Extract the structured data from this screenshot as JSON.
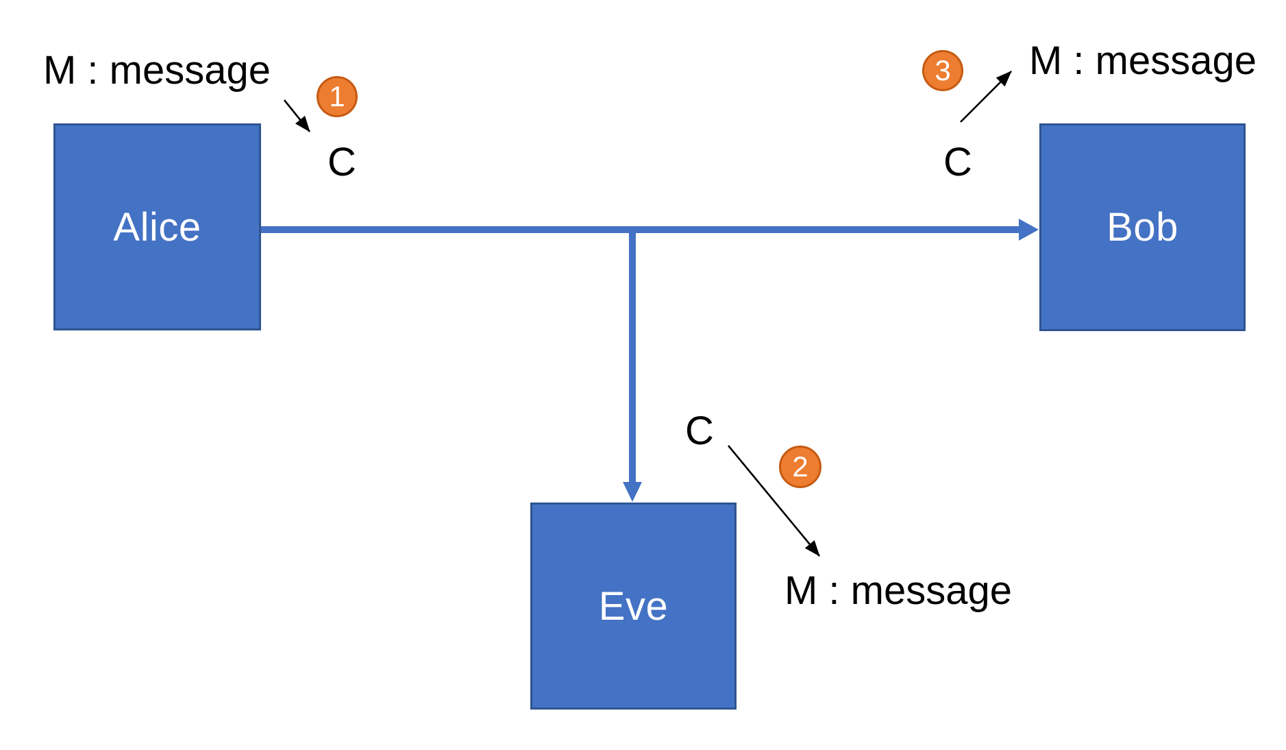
{
  "nodes": {
    "alice": {
      "label": "Alice"
    },
    "bob": {
      "label": "Bob"
    },
    "eve": {
      "label": "Eve"
    }
  },
  "labels": {
    "message": "M : message",
    "ciphertext": "C"
  },
  "steps": {
    "one": "1",
    "two": "2",
    "three": "3"
  },
  "colors": {
    "node_fill": "#4472C4",
    "node_border": "#2F5491",
    "connector": "#4472C4",
    "badge_fill": "#ED7D31",
    "badge_border": "#C55A11",
    "text": "#000000",
    "node_text": "#FFFFFF"
  }
}
